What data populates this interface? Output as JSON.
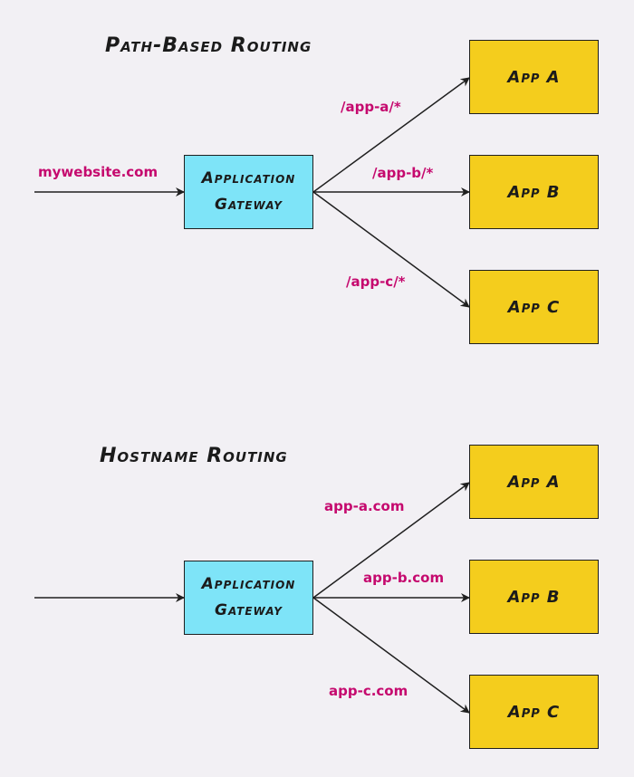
{
  "colors": {
    "background": "#f2f0f4",
    "gateway_fill": "#7ee4f8",
    "app_fill": "#f4cd1d",
    "label_text": "#c5096e",
    "line": "#1f1f1f"
  },
  "path_routing": {
    "title": "Path-Based Routing",
    "entry_label": "mywebsite.com",
    "gateway_label": "Application Gateway",
    "routes": [
      {
        "label": "/app-a/*",
        "app": "App A"
      },
      {
        "label": "/app-b/*",
        "app": "App B"
      },
      {
        "label": "/app-c/*",
        "app": "App C"
      }
    ]
  },
  "host_routing": {
    "title": "Hostname Routing",
    "gateway_label": "Application Gateway",
    "routes": [
      {
        "label": "app-a.com",
        "app": "App A"
      },
      {
        "label": "app-b.com",
        "app": "App B"
      },
      {
        "label": "app-c.com",
        "app": "App C"
      }
    ]
  }
}
